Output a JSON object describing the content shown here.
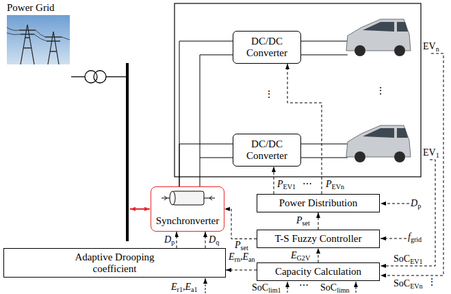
{
  "diagram": {
    "nodes": [
      {
        "text": [
          "DC/DC Converter"
        ]
      },
      {
        "text": [
          "DC/DC Converter"
        ]
      },
      {
        "text": [
          "Synchronverter"
        ]
      },
      {
        "text": [
          "Power Distribution"
        ]
      },
      {
        "text": [
          "T-S Fuzzy Controller"
        ]
      },
      {
        "text": [
          "Adaptive Drooping coefficient"
        ]
      },
      {
        "text": [
          "Capacity Calculation"
        ]
      }
    ],
    "edges": [
      {
        "from": 3,
        "to": 1,
        "label": "PEV1",
        "arrow": "to"
      },
      {
        "from": 3,
        "to": 0,
        "label": "PEVn",
        "arrow": "to"
      },
      {
        "from": 4,
        "to": 3,
        "label": "Pset",
        "arrow": "to"
      },
      {
        "from": 4,
        "to": 2,
        "label": "Pset",
        "arrow": "to"
      },
      {
        "from": 6,
        "to": 4,
        "label": "EG2V",
        "arrow": "to"
      },
      {
        "from": 6,
        "to": 5,
        "label": "Ern,Ean",
        "arrow": "to"
      },
      {
        "from": 5,
        "to": 2,
        "label": "Dp",
        "arrow": "to"
      },
      {
        "from": 5,
        "to": 2,
        "label": "Dq",
        "arrow": "to"
      },
      {
        "from": 2,
        "to": 0,
        "arrow": "none"
      },
      {
        "from": 2,
        "to": 1,
        "arrow": "none"
      }
    ],
    "labels": [
      "Power Grid",
      "EVn",
      "EV1",
      "⋮",
      "⋮",
      "⋯",
      "Dp",
      "fgrid",
      "SoCEV1",
      "⋮",
      "SoCEVn",
      "Er1,Ea1",
      "SoClim1",
      "⋯",
      "SoClimn"
    ]
  }
}
